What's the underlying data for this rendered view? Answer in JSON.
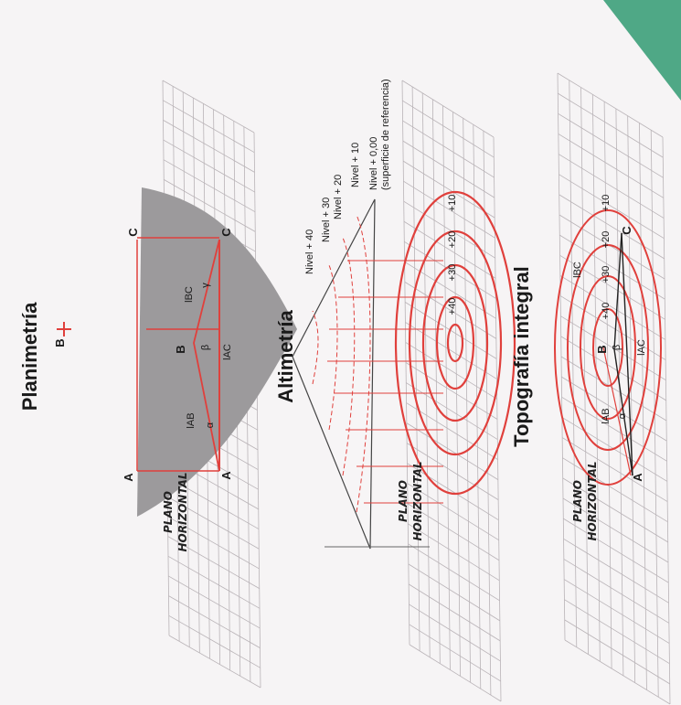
{
  "titles": {
    "planimetria": "Planimetría",
    "altimetria": "Altimetría",
    "topografia": "Topografía integral"
  },
  "plane_label": [
    "PLANO",
    "HORIZONTAL"
  ],
  "points": {
    "a": "A",
    "b": "B",
    "c": "C"
  },
  "planimetria_labels": {
    "l_ab": "lAB",
    "l_bc": "lBC",
    "l_ac": "lAC",
    "alpha": "α",
    "beta": "β",
    "gamma": "γ"
  },
  "altimetria_levels": {
    "n40": "Nivel + 40",
    "n30": "Nivel + 30",
    "n20": "Nivel + 20",
    "n10": "Nivel + 10",
    "n0": "Nivel + 0,00",
    "ref": "(superficie de referencia)"
  },
  "contours": [
    "+40",
    "+30",
    "+20",
    "+10"
  ],
  "colors": {
    "red": "#e0403c",
    "grid": "#b9b3b7",
    "mountain": "#9c9a9c",
    "corner": "#4fa886"
  }
}
